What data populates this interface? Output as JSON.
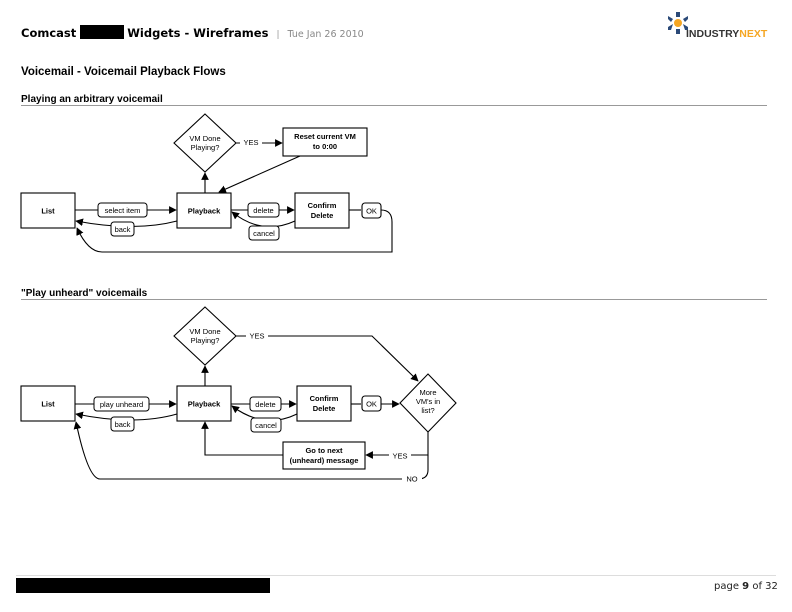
{
  "header": {
    "company": "Comcast",
    "project": "Widgets - Wireframes",
    "separator": "|",
    "date": "Tue Jan 26 2010"
  },
  "logo": {
    "text_dark": "INDUSTRY",
    "text_accent": "NEXT",
    "icon": "star-burst-icon",
    "accent_color": "#f5a623",
    "icon_color": "#2b4a78"
  },
  "page_title": "Voicemail - Voicemail Playback Flows",
  "sections": [
    {
      "title": "Playing an arbitrary voicemail",
      "nodes": {
        "list": "List",
        "playback": "Playback",
        "vm_done": [
          "VM Done",
          "Playing?"
        ],
        "reset": [
          "Reset current VM",
          "to 0:00"
        ],
        "confirm": [
          "Confirm",
          "Delete"
        ],
        "ok": "OK"
      },
      "edges": {
        "select_item": "select item",
        "back": "back",
        "delete": "delete",
        "cancel": "cancel",
        "yes": "YES"
      }
    },
    {
      "title": "\"Play unheard\" voicemails",
      "nodes": {
        "list": "List",
        "playback": "Playback",
        "vm_done": [
          "VM Done",
          "Playing?"
        ],
        "confirm": [
          "Confirm",
          "Delete"
        ],
        "ok": "OK",
        "more": [
          "More",
          "VM's in",
          "list?"
        ],
        "next": [
          "Go to next",
          "(unheard) message"
        ]
      },
      "edges": {
        "play_unheard": "play unheard",
        "back": "back",
        "delete": "delete",
        "cancel": "cancel",
        "yes_top": "YES",
        "yes_bottom": "YES",
        "no": "NO"
      }
    }
  ],
  "footer": {
    "page_prefix": "page",
    "page_current": "9",
    "page_middle": "of",
    "page_total": "32"
  }
}
